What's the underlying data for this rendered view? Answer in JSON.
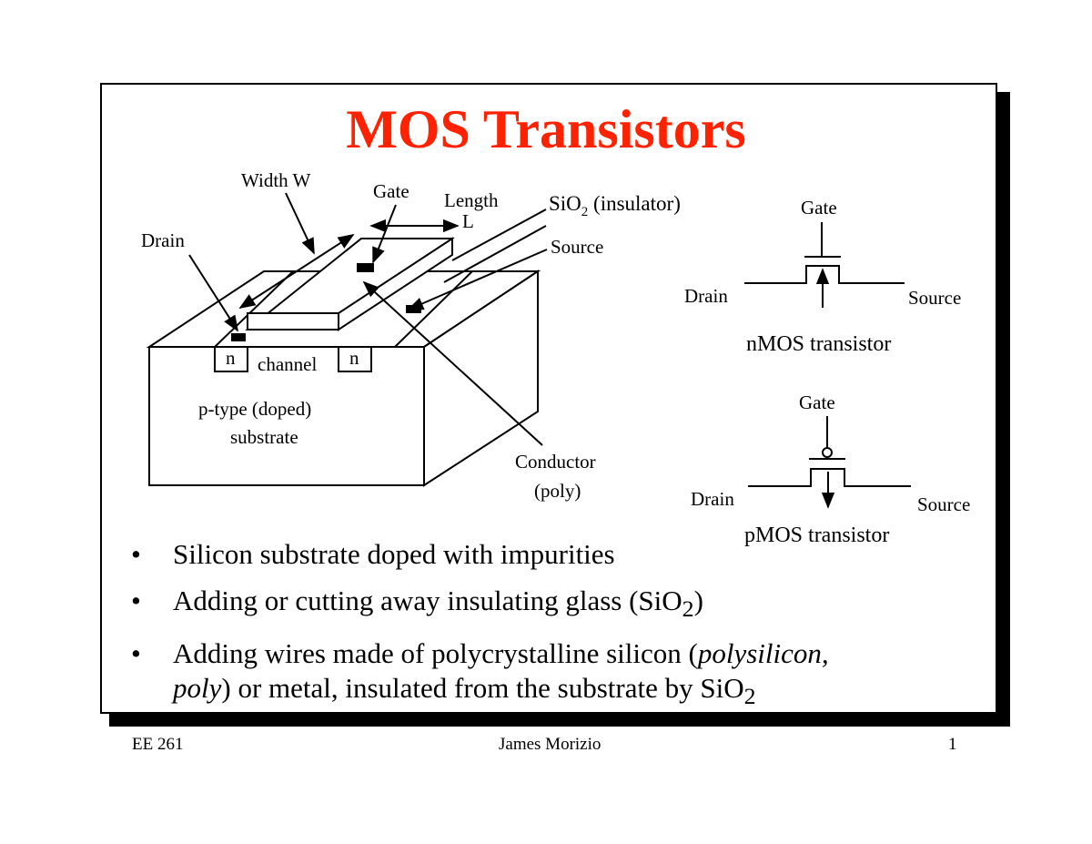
{
  "slide": {
    "title": "MOS Transistors",
    "title_color": "#ff2200"
  },
  "diagram": {
    "width_label": "Width W",
    "gate_label": "Gate",
    "length_label": "Length",
    "length_symbol": "L",
    "oxide_label_prefix": "SiO",
    "oxide_label_sub": "2",
    "oxide_label_suffix": " (insulator)",
    "source_label": "Source",
    "drain_label": "Drain",
    "n_left": "n",
    "n_right": "n",
    "channel_label": "channel",
    "substrate_line1": "p-type (doped)",
    "substrate_line2": "substrate",
    "conductor_line1": "Conductor",
    "conductor_line2": "(poly)"
  },
  "nmos": {
    "gate": "Gate",
    "drain": "Drain",
    "source": "Source",
    "caption": "nMOS transistor"
  },
  "pmos": {
    "gate": "Gate",
    "drain": "Drain",
    "source": "Source",
    "caption": "pMOS transistor"
  },
  "bullets": {
    "b1": "Silicon substrate doped with impurities",
    "b2_pre": "Adding or cutting away insulating glass (SiO",
    "b2_sub": "2",
    "b2_post": ")",
    "b3_pre": "Adding wires made of polycrystalline silicon (",
    "b3_italic1": "polysilicon,",
    "b3_italic2": "poly",
    "b3_post": ") or metal, insulated from the substrate by SiO",
    "b3_sub": "2"
  },
  "footer": {
    "course": "EE 261",
    "author": "James Morizio",
    "page": "1"
  }
}
